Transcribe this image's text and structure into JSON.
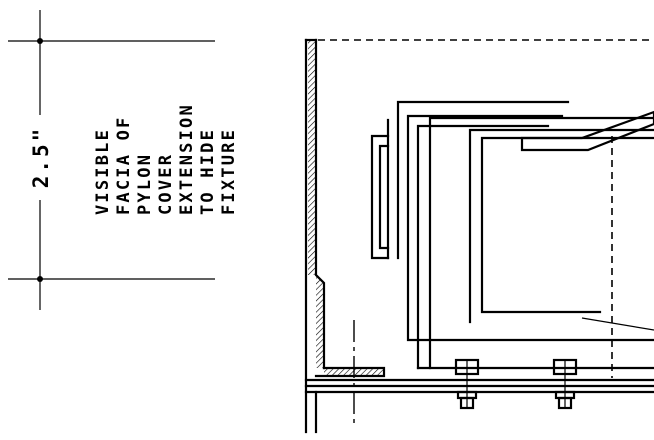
{
  "dimension": {
    "value": "2.5\""
  },
  "note": {
    "lines": [
      "VISIBLE",
      "FACIA OF",
      "PYLON",
      "COVER",
      "EXTENSION",
      "TO HIDE",
      "FIXTURE"
    ]
  }
}
